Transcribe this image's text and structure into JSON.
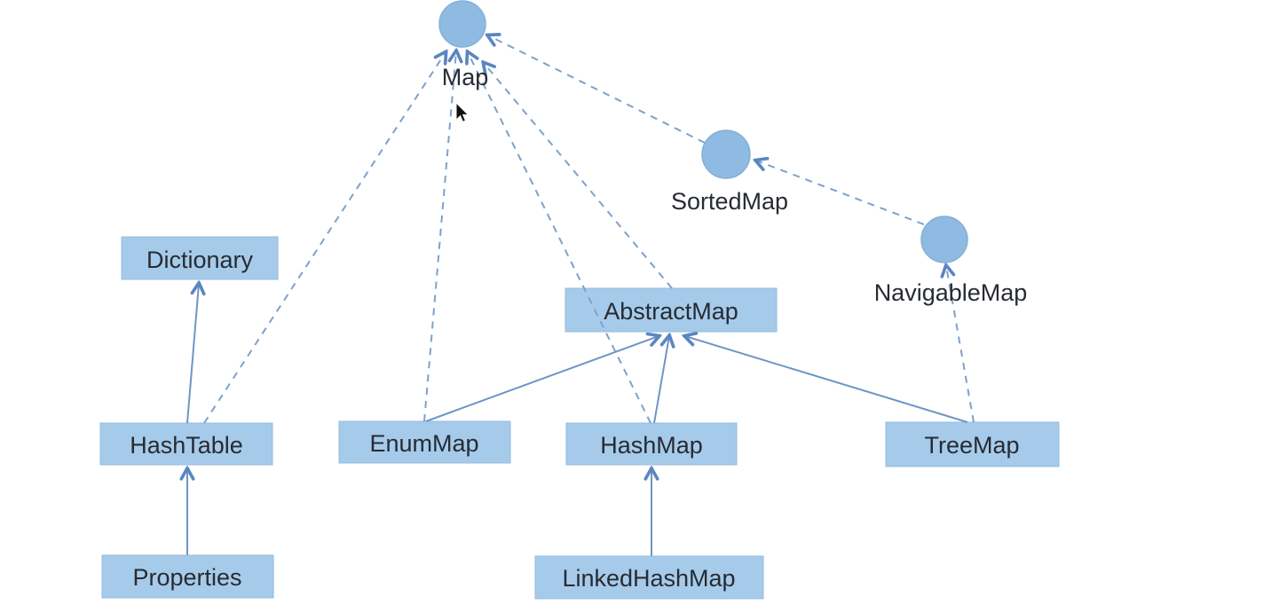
{
  "diagram": {
    "kind": "uml-class-hierarchy",
    "nodes": {
      "map": {
        "label": "Map",
        "type": "interface"
      },
      "sortedmap": {
        "label": "SortedMap",
        "type": "interface"
      },
      "navigablemap": {
        "label": "NavigableMap",
        "type": "interface"
      },
      "dictionary": {
        "label": "Dictionary",
        "type": "class"
      },
      "abstractmap": {
        "label": "AbstractMap",
        "type": "class"
      },
      "hashtable": {
        "label": "HashTable",
        "type": "class"
      },
      "enummap": {
        "label": "EnumMap",
        "type": "class"
      },
      "hashmap": {
        "label": "HashMap",
        "type": "class"
      },
      "treemap": {
        "label": "TreeMap",
        "type": "class"
      },
      "properties": {
        "label": "Properties",
        "type": "class"
      },
      "linkedhashmap": {
        "label": "LinkedHashMap",
        "type": "class"
      }
    },
    "edges": [
      {
        "from": "hashtable",
        "to": "dictionary",
        "style": "solid",
        "relation": "extends"
      },
      {
        "from": "properties",
        "to": "hashtable",
        "style": "solid",
        "relation": "extends"
      },
      {
        "from": "enummap",
        "to": "abstractmap",
        "style": "solid",
        "relation": "extends"
      },
      {
        "from": "hashmap",
        "to": "abstractmap",
        "style": "solid",
        "relation": "extends"
      },
      {
        "from": "treemap",
        "to": "abstractmap",
        "style": "solid",
        "relation": "extends"
      },
      {
        "from": "linkedhashmap",
        "to": "hashmap",
        "style": "solid",
        "relation": "extends"
      },
      {
        "from": "hashtable",
        "to": "map",
        "style": "dashed",
        "relation": "implements"
      },
      {
        "from": "enummap",
        "to": "map",
        "style": "dashed",
        "relation": "implements"
      },
      {
        "from": "hashmap",
        "to": "map",
        "style": "dashed",
        "relation": "implements"
      },
      {
        "from": "abstractmap",
        "to": "map",
        "style": "dashed",
        "relation": "implements"
      },
      {
        "from": "sortedmap",
        "to": "map",
        "style": "dashed",
        "relation": "extends"
      },
      {
        "from": "navigablemap",
        "to": "sortedmap",
        "style": "dashed",
        "relation": "extends"
      },
      {
        "from": "treemap",
        "to": "navigablemap",
        "style": "dashed",
        "relation": "implements"
      }
    ]
  },
  "colors": {
    "background": "#ffffff",
    "box_fill": "#a6cbea",
    "circle_fill": "#8fbae2",
    "solid_line": "#6f95c5",
    "dashed_line": "#7fa0cc",
    "arrowhead": "#5a86c0",
    "label_text": "#272b33"
  }
}
